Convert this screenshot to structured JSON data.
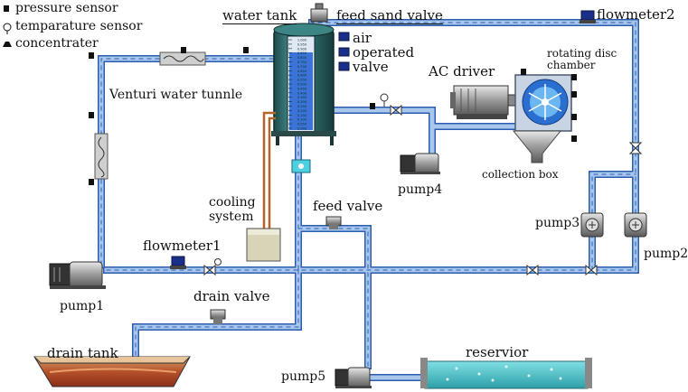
{
  "legend": {
    "pressure_sensor": "pressure sensor",
    "temperature_sensor": "temparature sensor",
    "concentrater": "concentrater"
  },
  "labels": {
    "water_tank": "water tank",
    "feed_sand_valve": "feed sand valve",
    "air_valve_line1": "air",
    "air_valve_line2": "operated",
    "air_valve_line3": "valve",
    "flowmeter2": "flowmeter2",
    "rotating_disc_line1": "rotating disc",
    "rotating_disc_line2": "chamber",
    "ac_driver": "AC driver",
    "venturi": "Venturi water tunnle",
    "collection_box": "collection box",
    "pump4": "pump4",
    "cooling_line1": "cooling",
    "cooling_line2": "system",
    "feed_valve": "feed valve",
    "flowmeter1": "flowmeter1",
    "pump3": "pump3",
    "pump2": "pump2",
    "pump1": "pump1",
    "drain_valve": "drain valve",
    "drain_tank": "drain tank",
    "reservior": "reservior",
    "pump5": "pump5"
  },
  "tank_scale": [
    "1.000",
    "0.950",
    "0.900",
    "0.850",
    "0.800",
    "0.750",
    "0.700",
    "0.650",
    "0.600",
    "0.550",
    "0.500",
    "0.450",
    "0.400",
    "0.350",
    "0.300",
    "0.250",
    "0.200",
    "0.150",
    "0.100",
    "0.050",
    "0.000"
  ],
  "colors": {
    "pipe_fill": "#a9c6ec",
    "pipe_edge": "#2a5db0",
    "tank_body": "#2e6b6b",
    "water": "#3b74d6",
    "copper": "#b5642a",
    "reservoir_water": "#4fc1c8",
    "drain_soil": "#b5502b"
  }
}
